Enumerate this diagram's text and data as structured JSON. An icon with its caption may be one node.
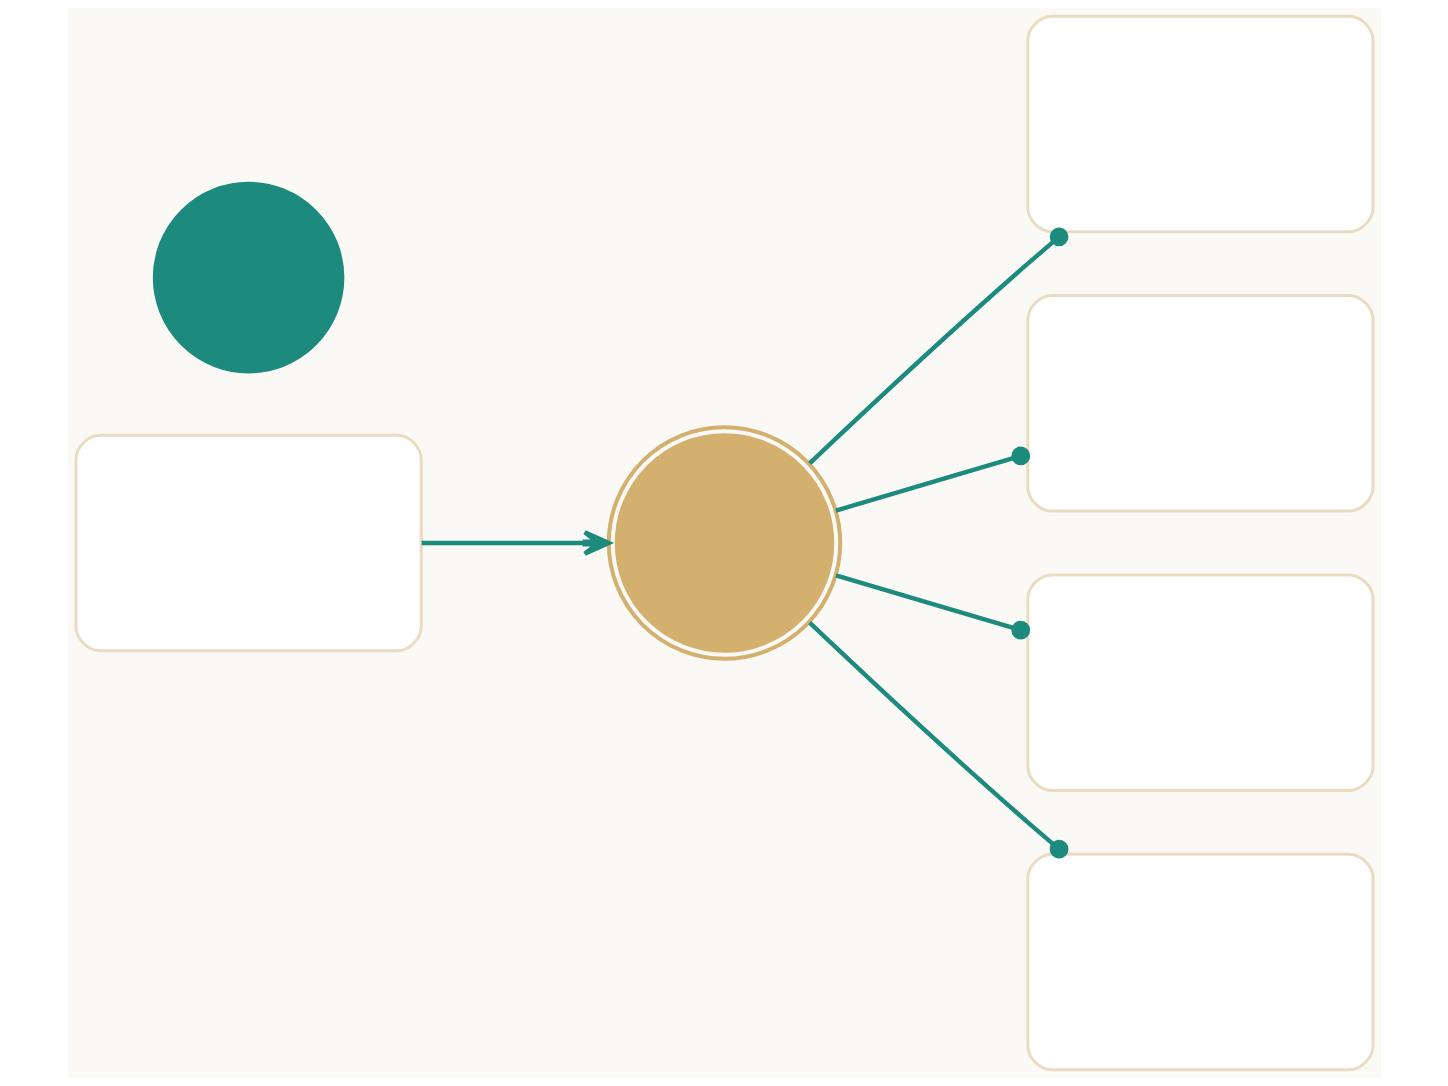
{
  "diagram": {
    "nodes": [
      {
        "text": [],
        "shape": "person"
      },
      {
        "text": [],
        "shape": "box"
      },
      {
        "text": [],
        "shape": "circle"
      },
      {
        "text": [],
        "shape": "box"
      },
      {
        "text": [],
        "shape": "box"
      },
      {
        "text": [],
        "shape": "box"
      },
      {
        "text": [],
        "shape": "box"
      }
    ],
    "edges": [
      {
        "from": 1,
        "to": 2,
        "arrow": "to"
      },
      {
        "from": 2,
        "to": 3,
        "arrow": "other"
      },
      {
        "from": 2,
        "to": 4,
        "arrow": "other"
      },
      {
        "from": 2,
        "to": 5,
        "arrow": "other"
      },
      {
        "from": 2,
        "to": 6,
        "arrow": "other"
      }
    ]
  }
}
